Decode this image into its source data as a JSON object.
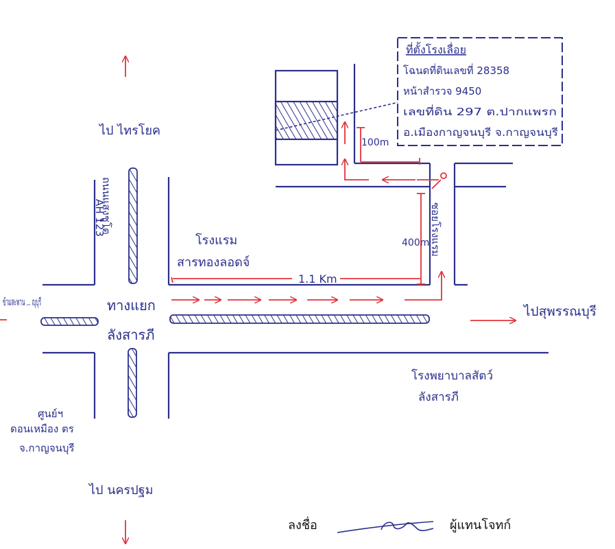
{
  "directions": {
    "north": "ไป ไทรโยค",
    "south": "ไป นครปฐม",
    "east": "ไปสุพรรณบุรี",
    "west": "ข้ามสะพาน ... ญุบุรี"
  },
  "roads": {
    "highway_name": "ถนนแสงชูโต",
    "highway_code": "AH 123",
    "side_street": "ซอยโรงแรม"
  },
  "intersection": {
    "line1": "ทางแยก",
    "line2": "ลังสารภี"
  },
  "landmarks": {
    "hotel_line1": "โรงแรม",
    "hotel_line2": "สารทองลอดจ์",
    "hospital_line1": "โรงพยาบาลสัตว์",
    "hospital_line2": "ลังสารภี",
    "center_line1": "ศูนย์ฯ",
    "center_line2": "ดอนเหมือง ตร",
    "center_line3": "จ.กาญจนบุรี"
  },
  "distances": {
    "main": "1.1 Km",
    "side": "400m",
    "last": "100m"
  },
  "address_box": {
    "title": "ที่ตั้งโรงเลื่อย",
    "line1": "โฉนดที่ดินเลขที่ 28358",
    "line2": "หน้าสำรวจ 9450",
    "line3": "เลขที่ดิน 297 ต.ปากแพรก",
    "line4": "อ.เมืองกาญจนบุรี จ.กาญจนบุรี"
  },
  "signature": {
    "label": "ลงชื่อ",
    "role": "ผู้แทนโจทก์"
  },
  "colors": {
    "ink": "#2a2f8c",
    "red": "#e0343a"
  }
}
